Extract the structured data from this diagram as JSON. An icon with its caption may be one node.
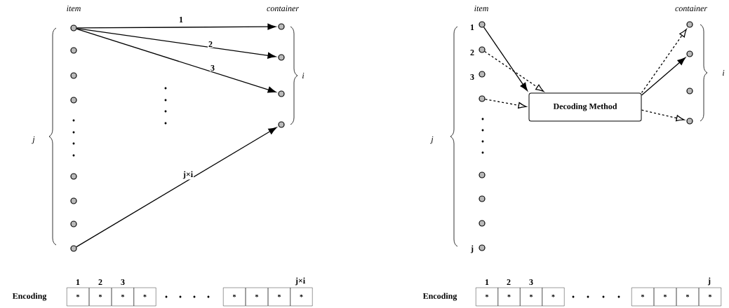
{
  "diagram": {
    "nodes": [
      {
        "text": [],
        "shape": "circle"
      },
      {
        "text": [],
        "shape": "circle"
      },
      {
        "text": [],
        "shape": "circle"
      },
      {
        "text": [],
        "shape": "circle"
      },
      {
        "text": [],
        "shape": "circle"
      },
      {
        "text": [],
        "shape": "circle"
      },
      {
        "text": [],
        "shape": "circle"
      },
      {
        "text": [],
        "shape": "circle"
      },
      {
        "text": [],
        "shape": "circle"
      },
      {
        "text": [],
        "shape": "circle"
      },
      {
        "text": [],
        "shape": "circle"
      },
      {
        "text": [],
        "shape": "circle"
      },
      {
        "text": [],
        "shape": "circle",
        "beside": [
          "1"
        ]
      },
      {
        "text": [],
        "shape": "circle",
        "beside": [
          "2"
        ]
      },
      {
        "text": [],
        "shape": "circle",
        "beside": [
          "3"
        ]
      },
      {
        "text": [],
        "shape": "circle"
      },
      {
        "text": [],
        "shape": "circle"
      },
      {
        "text": [],
        "shape": "circle"
      },
      {
        "text": [],
        "shape": "circle"
      },
      {
        "text": [],
        "shape": "circle",
        "beside": [
          "j"
        ]
      },
      {
        "text": [
          "Decoding Method"
        ]
      },
      {
        "text": [],
        "shape": "circle"
      },
      {
        "text": [],
        "shape": "circle"
      },
      {
        "text": [],
        "shape": "circle"
      },
      {
        "text": [],
        "shape": "circle"
      }
    ],
    "edges": [
      {
        "from": 0,
        "to": 8,
        "arrow": "to",
        "label": "1"
      },
      {
        "from": 0,
        "to": 9,
        "arrow": "to",
        "label": "2"
      },
      {
        "from": 0,
        "to": 10,
        "arrow": "to",
        "label": "3"
      },
      {
        "from": 7,
        "to": 11,
        "arrow": "to",
        "label": "j×i"
      },
      {
        "from": 12,
        "to": 20,
        "arrow": "to"
      },
      {
        "from": 13,
        "to": 20,
        "arrow": "to",
        "style": "dashed"
      },
      {
        "from": 15,
        "to": 20,
        "arrow": "to",
        "style": "dashed"
      },
      {
        "from": 20,
        "to": 21,
        "arrow": "to",
        "style": "dashed"
      },
      {
        "from": 20,
        "to": 22,
        "arrow": "to"
      },
      {
        "from": 20,
        "to": 24,
        "arrow": "to",
        "style": "dashed"
      }
    ],
    "labels": [
      "item",
      "container",
      "j",
      "i",
      "1",
      "2",
      "3",
      "j×i",
      "Encoding",
      "*",
      "*",
      "*",
      "*",
      "*",
      "*",
      "*",
      "*",
      "item",
      "container",
      "j",
      "i",
      "1",
      "2",
      "3",
      "j",
      "Encoding",
      "*",
      "*",
      "*",
      "*",
      "*",
      "*",
      "*",
      "*"
    ]
  }
}
